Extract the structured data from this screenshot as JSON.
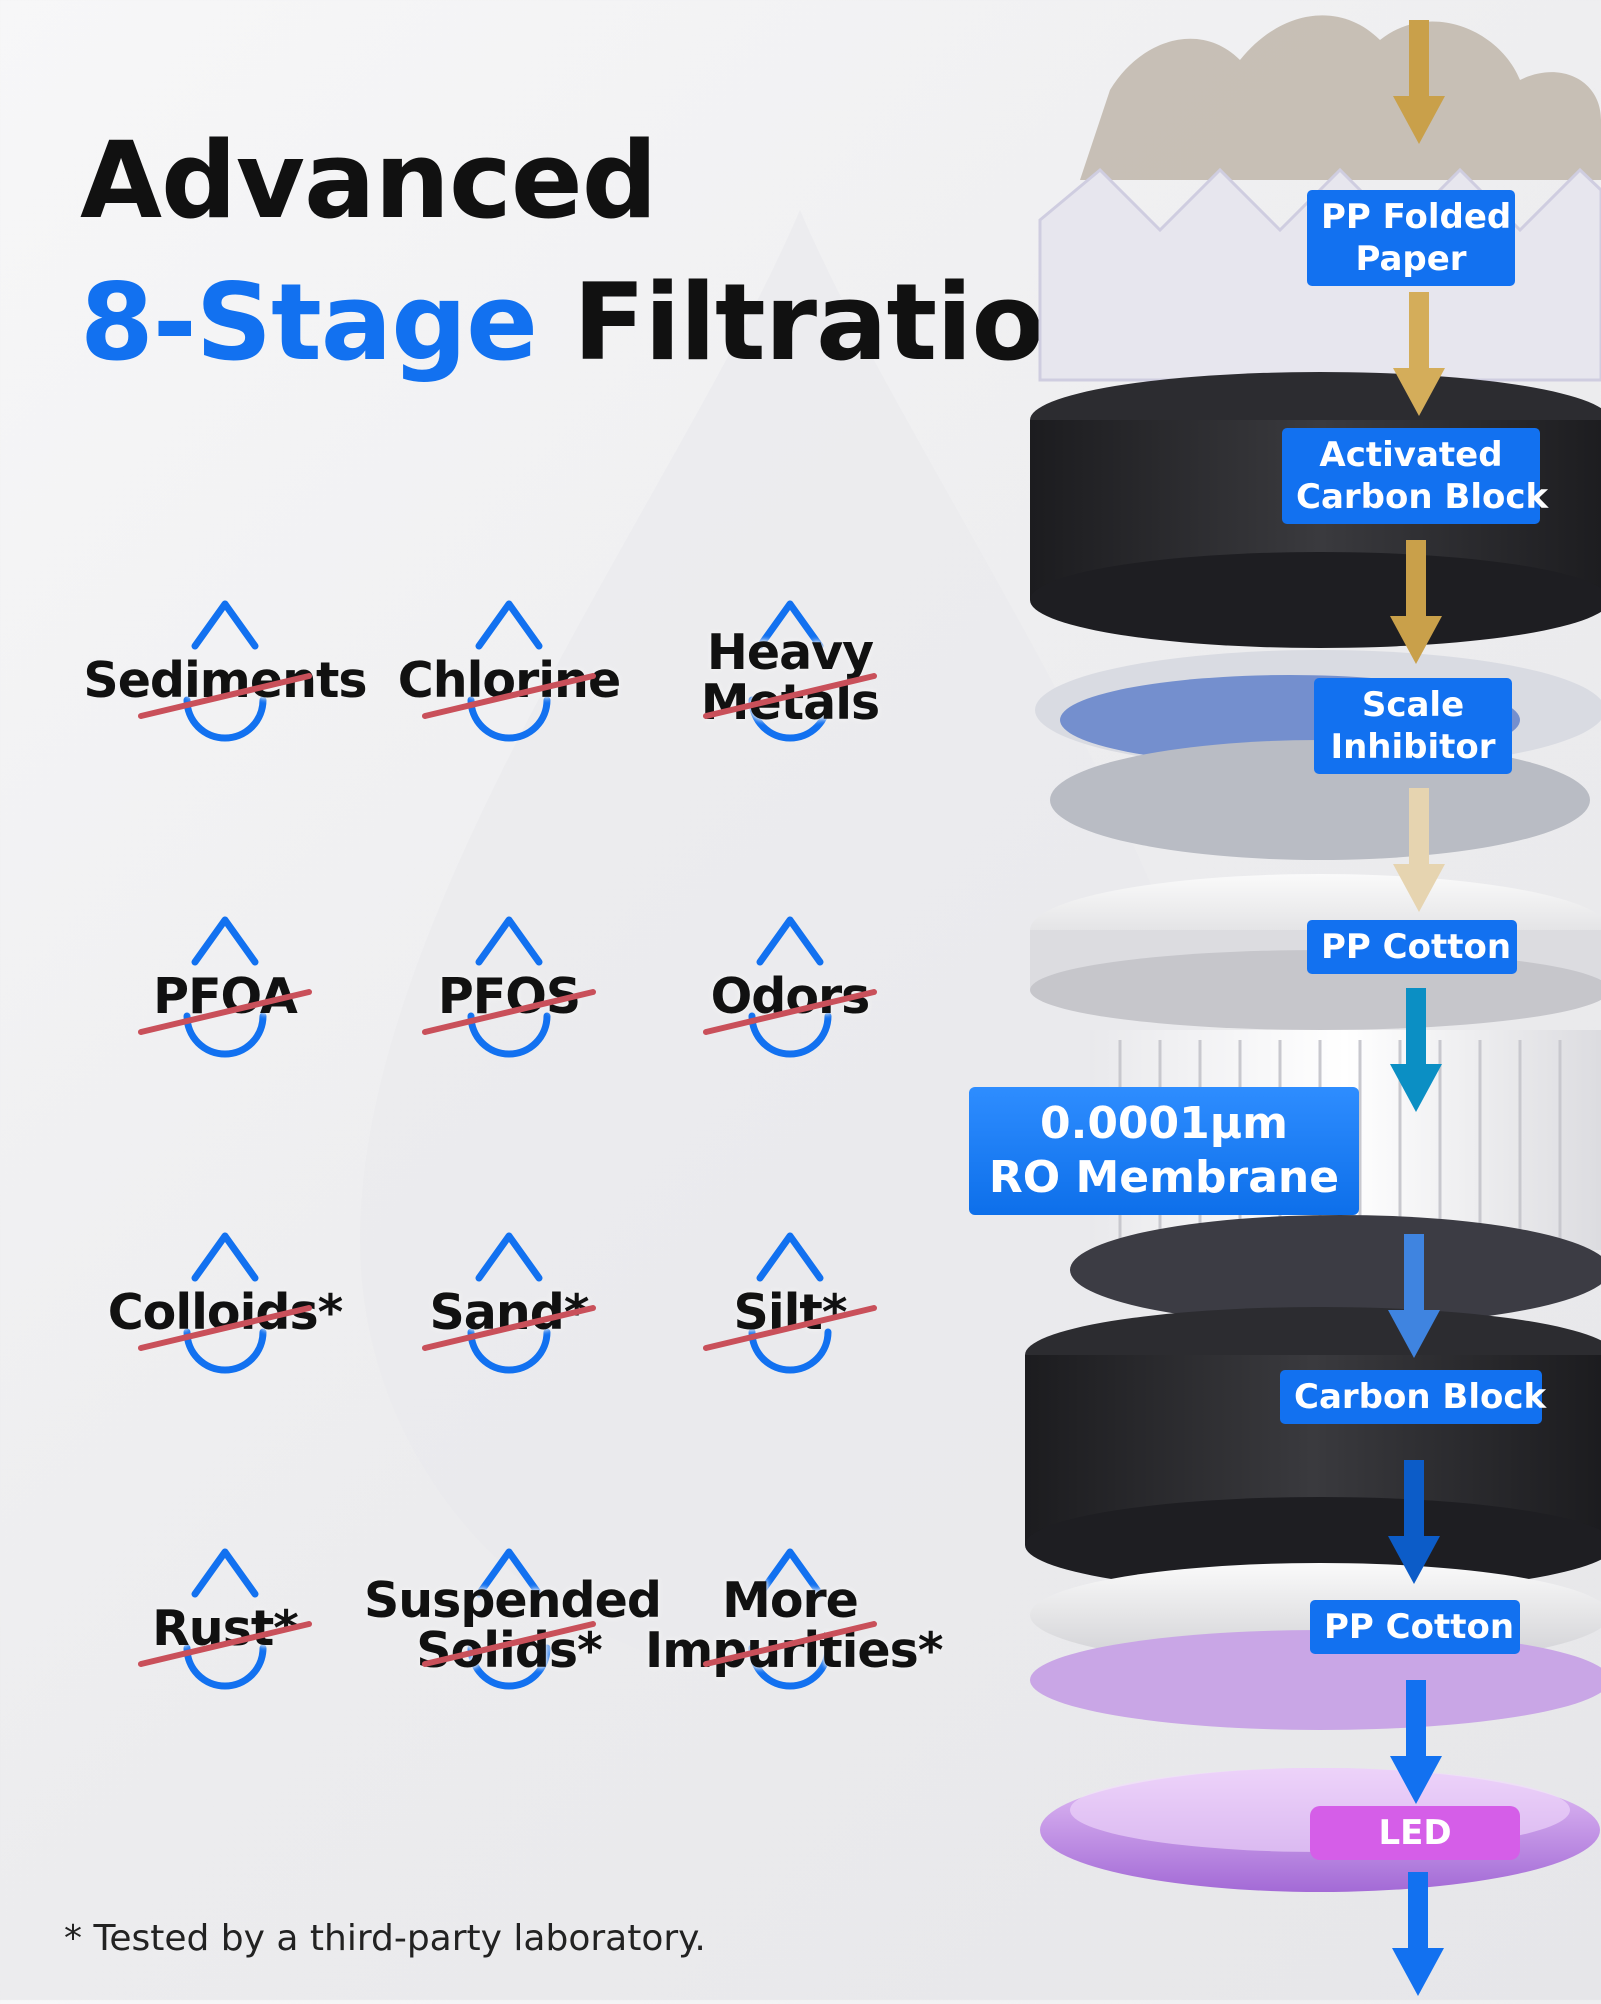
{
  "title": {
    "line1": "Advanced",
    "highlight": "8-Stage",
    "line2_rest": "Filtration"
  },
  "contaminants": [
    {
      "line1": "Sediments",
      "line2": ""
    },
    {
      "line1": "Chlorine",
      "line2": ""
    },
    {
      "line1": "Heavy",
      "line2": "Metals"
    },
    {
      "line1": "PFOA",
      "line2": ""
    },
    {
      "line1": "PFOS",
      "line2": ""
    },
    {
      "line1": "Odors",
      "line2": ""
    },
    {
      "line1": "Colloids*",
      "line2": ""
    },
    {
      "line1": "Sand*",
      "line2": ""
    },
    {
      "line1": "Silt*",
      "line2": ""
    },
    {
      "line1": "Rust*",
      "line2": ""
    },
    {
      "line1": "Suspended",
      "line2": "Solids*"
    },
    {
      "line1": "More",
      "line2": "Impurities*"
    }
  ],
  "stages": [
    {
      "label_line1": "PP Folded",
      "label_line2": "Paper"
    },
    {
      "label_line1": "Activated",
      "label_line2": "Carbon Block"
    },
    {
      "label_line1": "Scale",
      "label_line2": "Inhibitor"
    },
    {
      "label_line1": "PP Cotton",
      "label_line2": ""
    },
    {
      "label_line1": "0.0001μm",
      "label_line2": "RO Membrane"
    },
    {
      "label_line1": "Carbon Block",
      "label_line2": ""
    },
    {
      "label_line1": "PP Cotton",
      "label_line2": ""
    },
    {
      "label_line1": "LED",
      "label_line2": ""
    }
  ],
  "footnote": "* Tested by a third-party laboratory.",
  "colors": {
    "accent_blue": "#1271f0",
    "strike_red": "#c9505a",
    "led_purple": "#d55ee8",
    "arrow_gold": "#c9a04a",
    "arrow_teal": "#0b8fc4"
  },
  "icons": {
    "contaminant_icon": "water-drop-icon",
    "strike": "strikethrough-line",
    "flow": "down-arrow-icon"
  }
}
